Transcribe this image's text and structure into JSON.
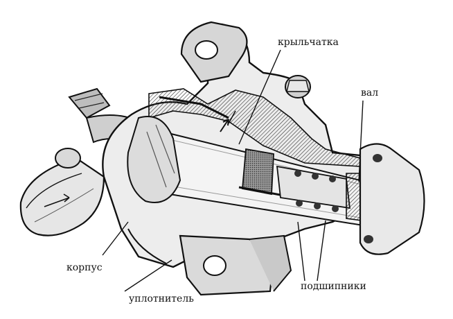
{
  "labels": {
    "impeller": "крыльчатка",
    "shaft": "вал",
    "housing": "корпус",
    "seal": "уплотнитель",
    "bearings": "подшипники"
  },
  "colors": {
    "ink": "#111111",
    "paper": "#ffffff",
    "shade": "#7a7a7a",
    "dark": "#2b2b2b"
  }
}
